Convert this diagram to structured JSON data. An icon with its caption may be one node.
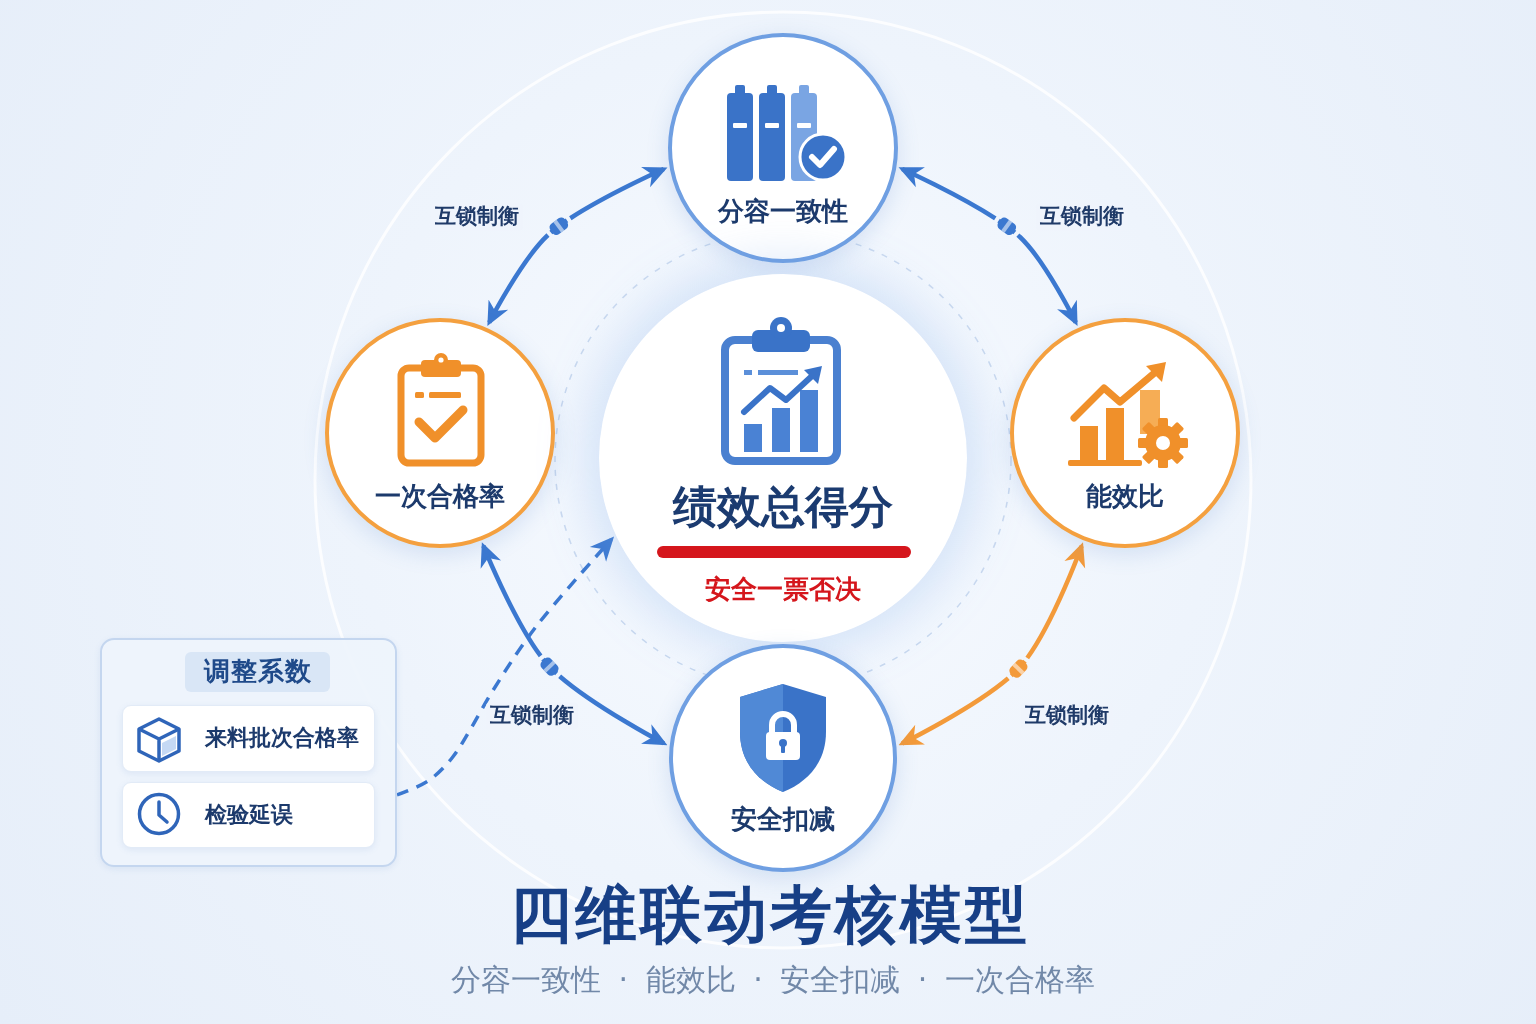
{
  "diagram": {
    "title": "四维联动考核模型",
    "nodes": [
      {
        "text": [
          "分容一致性"
        ]
      },
      {
        "text": [
          "一次合格率"
        ]
      },
      {
        "text": [
          "绩效总得分",
          "安全一票否决"
        ]
      },
      {
        "text": [
          "能效比"
        ]
      },
      {
        "text": [
          "安全扣减"
        ]
      },
      {
        "text": [
          "调整系数"
        ]
      },
      {
        "text": [
          "来料批次合格率"
        ],
        "in": 5
      },
      {
        "text": [
          "检验延误"
        ],
        "in": 5
      }
    ],
    "edges": [
      {
        "from": 0,
        "to": 1,
        "arrow": "both",
        "label": "互锁制衡"
      },
      {
        "from": 0,
        "to": 3,
        "arrow": "both",
        "label": "互锁制衡"
      },
      {
        "from": 1,
        "to": 4,
        "arrow": "both",
        "label": "互锁制衡"
      },
      {
        "from": 3,
        "to": 4,
        "arrow": "both",
        "label": "互锁制衡",
        "color": "#f39a3a"
      },
      {
        "from": 5,
        "to": 2,
        "arrow": "to",
        "style": "dashed"
      }
    ],
    "labels": [
      "分容一致性 · 能效比 · 安全扣减 · 一次合格率"
    ]
  }
}
